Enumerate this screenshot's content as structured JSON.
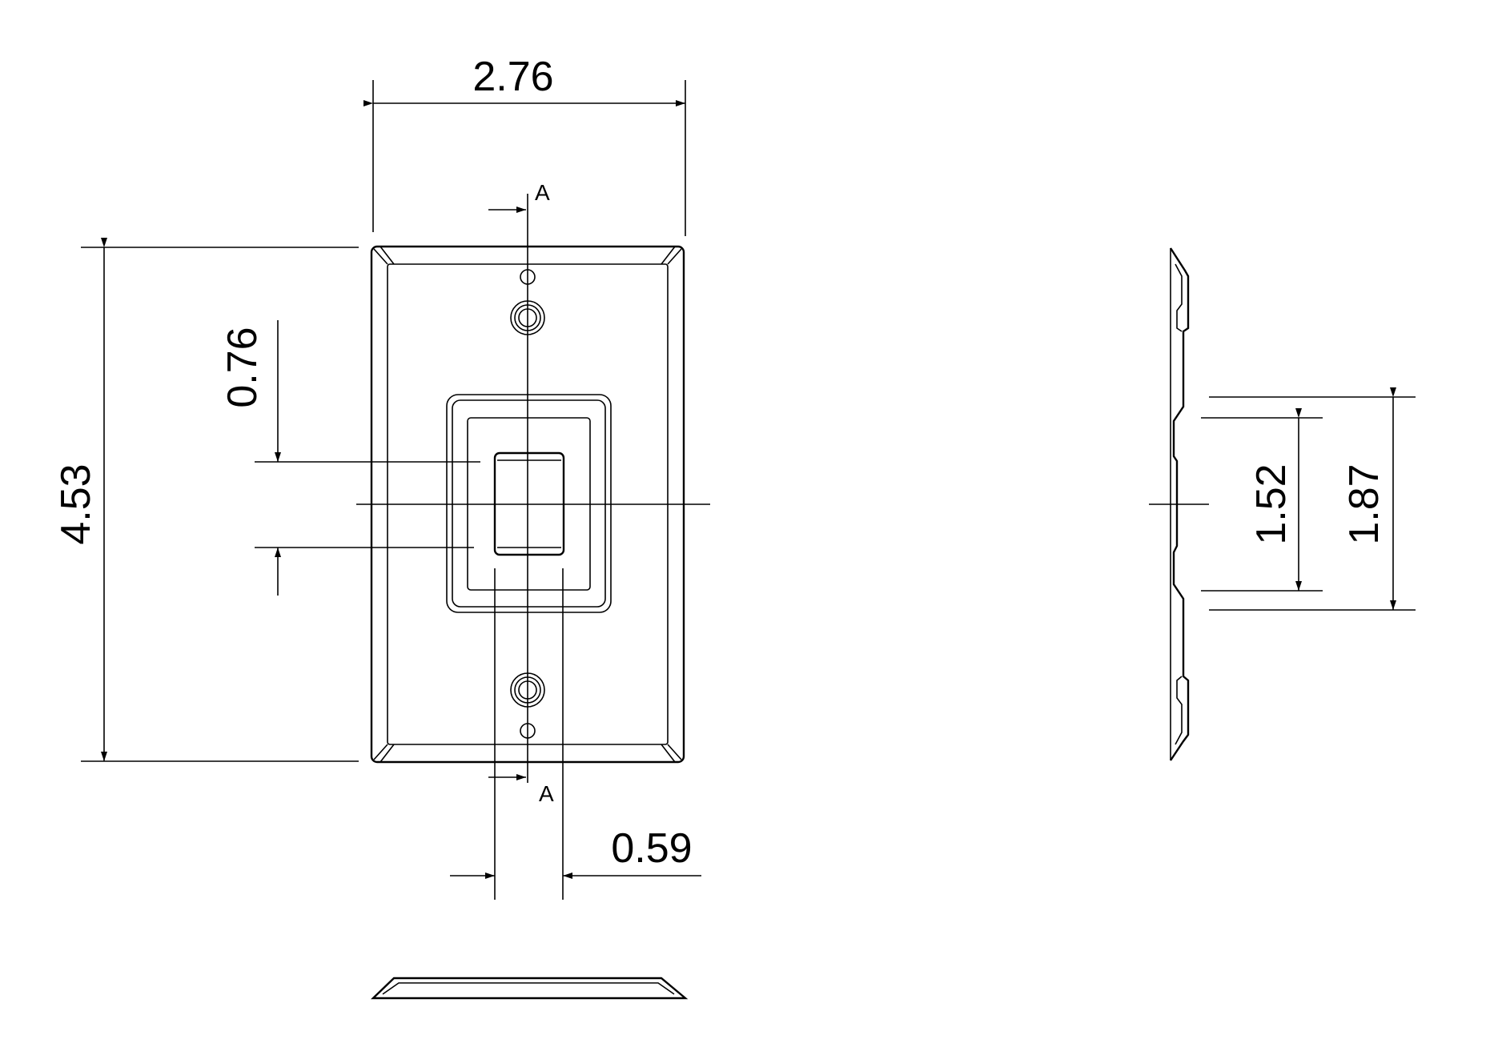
{
  "drawing": {
    "dimensions": {
      "overall_width": "2.76",
      "overall_height": "4.53",
      "toggle_opening_height": "0.76",
      "toggle_opening_width": "0.59",
      "frame_inner_height": "1.52",
      "frame_outer_height": "1.87"
    },
    "section_marks": {
      "top": "A",
      "bottom": "A"
    },
    "colors": {
      "line": "#000000",
      "background": "#ffffff"
    }
  }
}
